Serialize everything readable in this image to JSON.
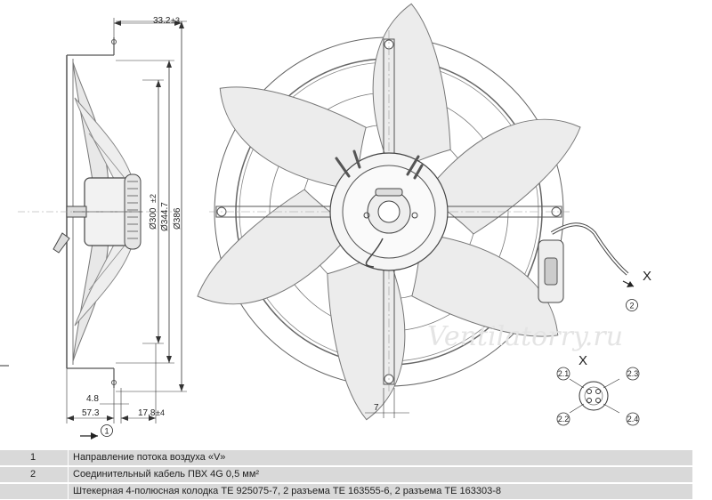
{
  "dimensions": {
    "top_offset": "33.2",
    "top_offset_tol": "±3",
    "dia_300": "Ø300",
    "dia_300_tol": "±2",
    "dia_344": "Ø344.7",
    "dia_386": "Ø386",
    "d_4_8": "4.8",
    "d_57_3": "57.3",
    "d_17_8": "17.8",
    "d_17_8_tol": "±4",
    "d_7": "7"
  },
  "callouts": {
    "airflow": "1",
    "cable": "2",
    "view_x": "X",
    "view_x2": "X",
    "pin_2_1": "2.1",
    "pin_2_2": "2.2",
    "pin_2_3": "2.3",
    "pin_2_4": "2.4"
  },
  "watermark": "Ventilatorry.ru",
  "legend": [
    {
      "num": "1",
      "text": "Направление потока воздуха «V»"
    },
    {
      "num": "2",
      "text": "Соединительный кабель ПВХ 4G 0,5 мм²"
    },
    {
      "num": "",
      "text": "Штекерная 4-полюсная колодка TE 925075-7, 2 разъема TE 163555-6, 2 разъема TE 163303-8"
    }
  ]
}
